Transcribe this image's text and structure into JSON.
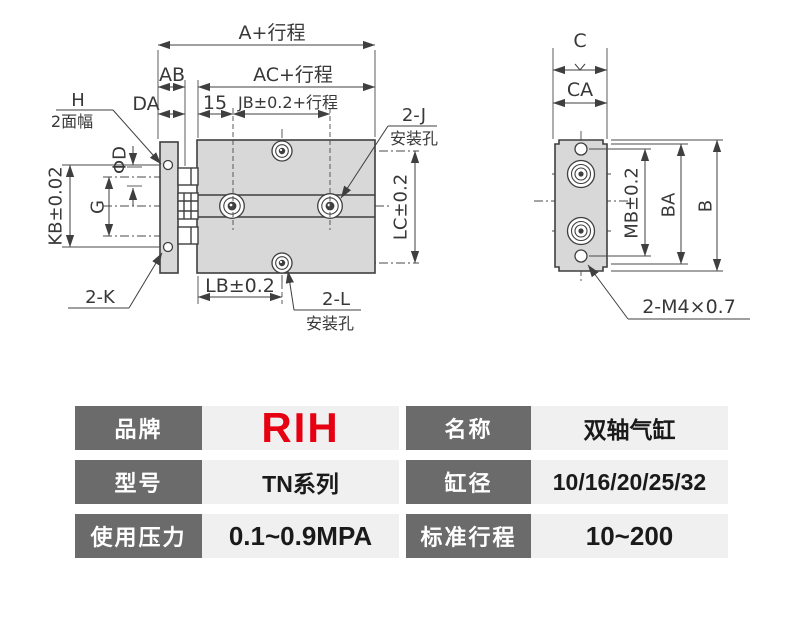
{
  "drawing": {
    "front_view": {
      "dim_a": "A+行程",
      "dim_ab": "AB",
      "dim_ac": "AC+行程",
      "dim_da": "DA",
      "dim_15": "15",
      "dim_jb": "JB±0.2+行程",
      "label_h": "H",
      "label_flats": "2面幅",
      "dim_phi_d": "ΦD",
      "dim_kb": "KB±0.02",
      "dim_g": "G",
      "label_2k": "2-K",
      "dim_lb": "LB±0.2",
      "label_2l": "2-L",
      "label_2l_hole": "安装孔",
      "label_2j": "2-J",
      "label_2j_hole": "安装孔",
      "dim_lc": "LC±0.2"
    },
    "side_view": {
      "dim_c": "C",
      "dim_ca": "CA",
      "dim_mb": "MB±0.2",
      "dim_ba": "BA",
      "dim_b": "B",
      "label_thread": "2-M4×0.7"
    }
  },
  "table": {
    "colors": {
      "header_bg": "#6b6b6b",
      "cell_bg": "#f0f0f0",
      "brand_red": "#e60012"
    },
    "rows": [
      {
        "label": "品牌",
        "value": "RIH"
      },
      {
        "label": "型号",
        "value": "TN系列"
      },
      {
        "label": "使用压力",
        "value": "0.1~0.9MPA"
      },
      {
        "label": "名称",
        "value": "双轴气缸"
      },
      {
        "label": "缸径",
        "value": "10/16/20/25/32"
      },
      {
        "label": "标准行程",
        "value": "10~200"
      }
    ]
  }
}
